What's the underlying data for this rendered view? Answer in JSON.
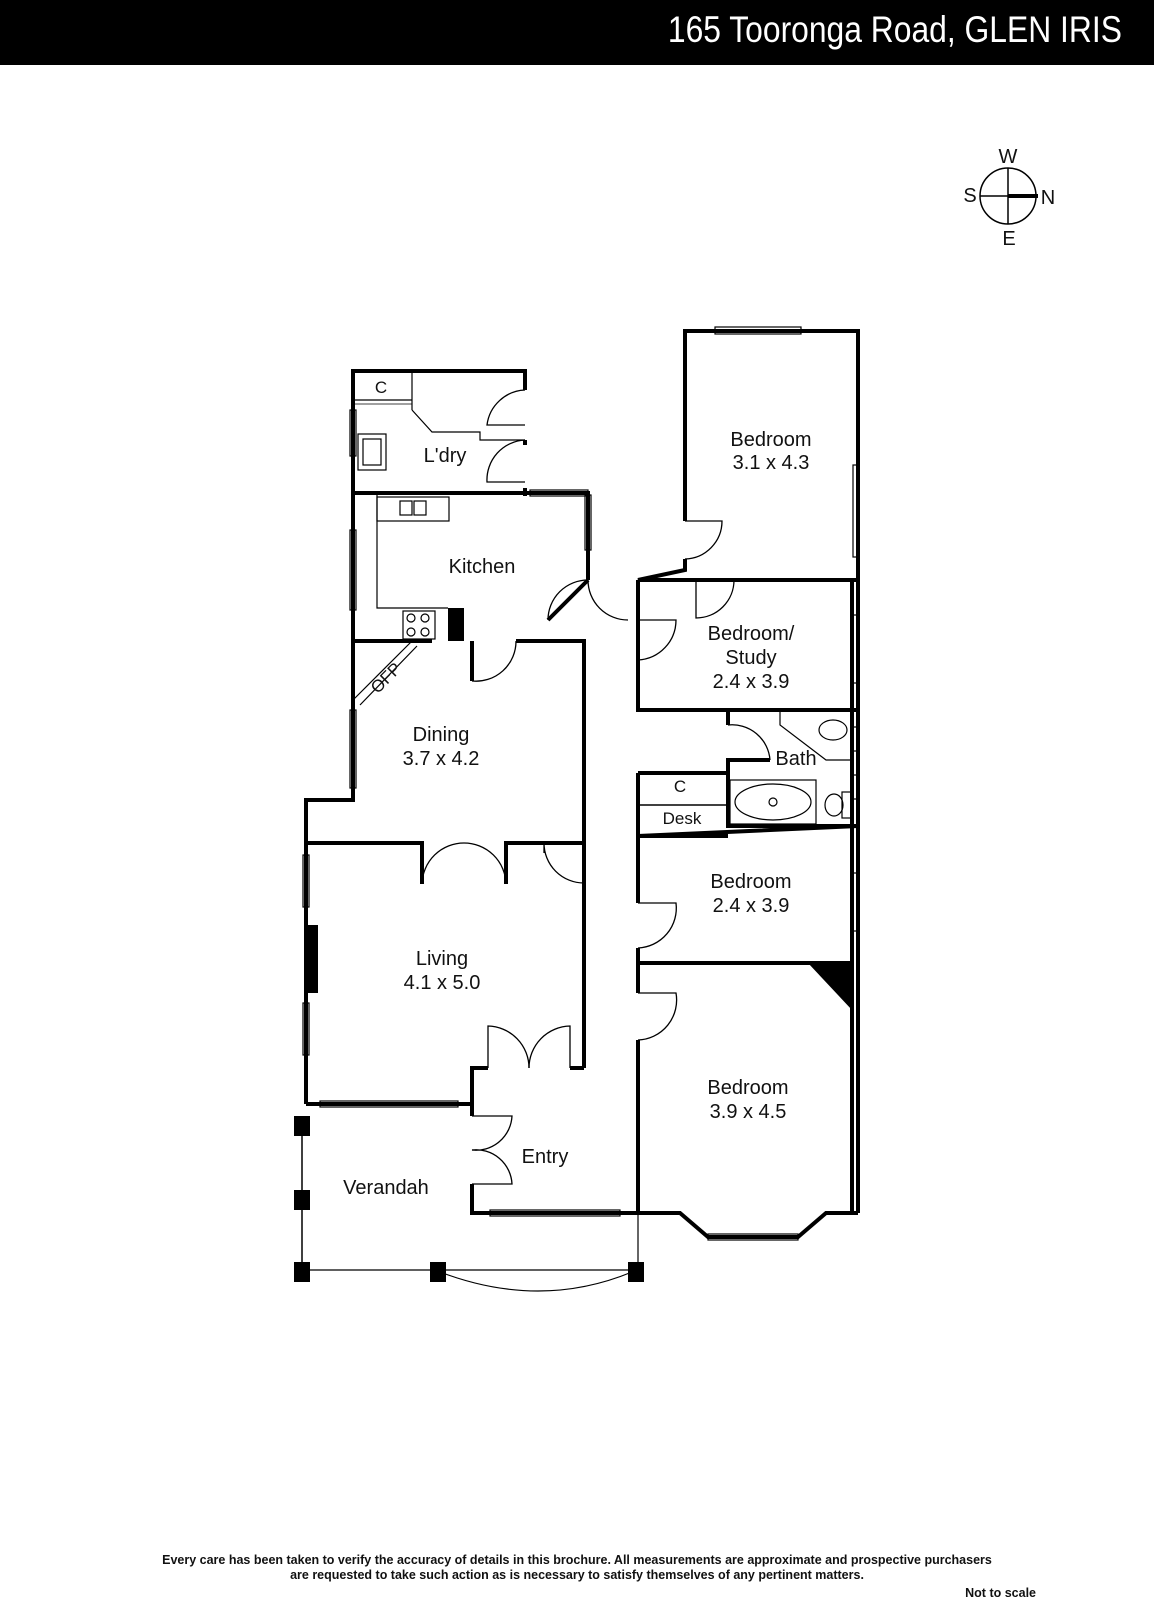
{
  "header": {
    "address": "165 Tooronga Road, GLEN IRIS"
  },
  "compass": {
    "north": "N",
    "south": "S",
    "east": "E",
    "west": "W"
  },
  "rooms": {
    "bedroom1": {
      "name": "Bedroom",
      "size": "3.1 x 4.3"
    },
    "laundry": {
      "name": "L'dry"
    },
    "cupboard1": {
      "name": "C"
    },
    "kitchen": {
      "name": "Kitchen"
    },
    "bedroom_study": {
      "name_line1": "Bedroom/",
      "name_line2": "Study",
      "size": "2.4 x 3.9"
    },
    "ofp": {
      "name": "OFP"
    },
    "dining": {
      "name": "Dining",
      "size": "3.7 x 4.2"
    },
    "bath": {
      "name": "Bath"
    },
    "cupboard2": {
      "name": "C"
    },
    "desk": {
      "name": "Desk"
    },
    "bedroom3": {
      "name": "Bedroom",
      "size": "2.4 x 3.9"
    },
    "living": {
      "name": "Living",
      "size": "4.1 x 5.0"
    },
    "bedroom4": {
      "name": "Bedroom",
      "size": "3.9 x 4.5"
    },
    "entry": {
      "name": "Entry"
    },
    "verandah": {
      "name": "Verandah"
    }
  },
  "footer": {
    "disclaimer_line1": "Every care has been taken to verify the accuracy of details in this brochure.  All measurements are approximate and prospective purchasers",
    "disclaimer_line2": "are requested to take such action as is necessary to satisfy themselves of any pertinent matters.",
    "not_to_scale": "Not to scale"
  }
}
